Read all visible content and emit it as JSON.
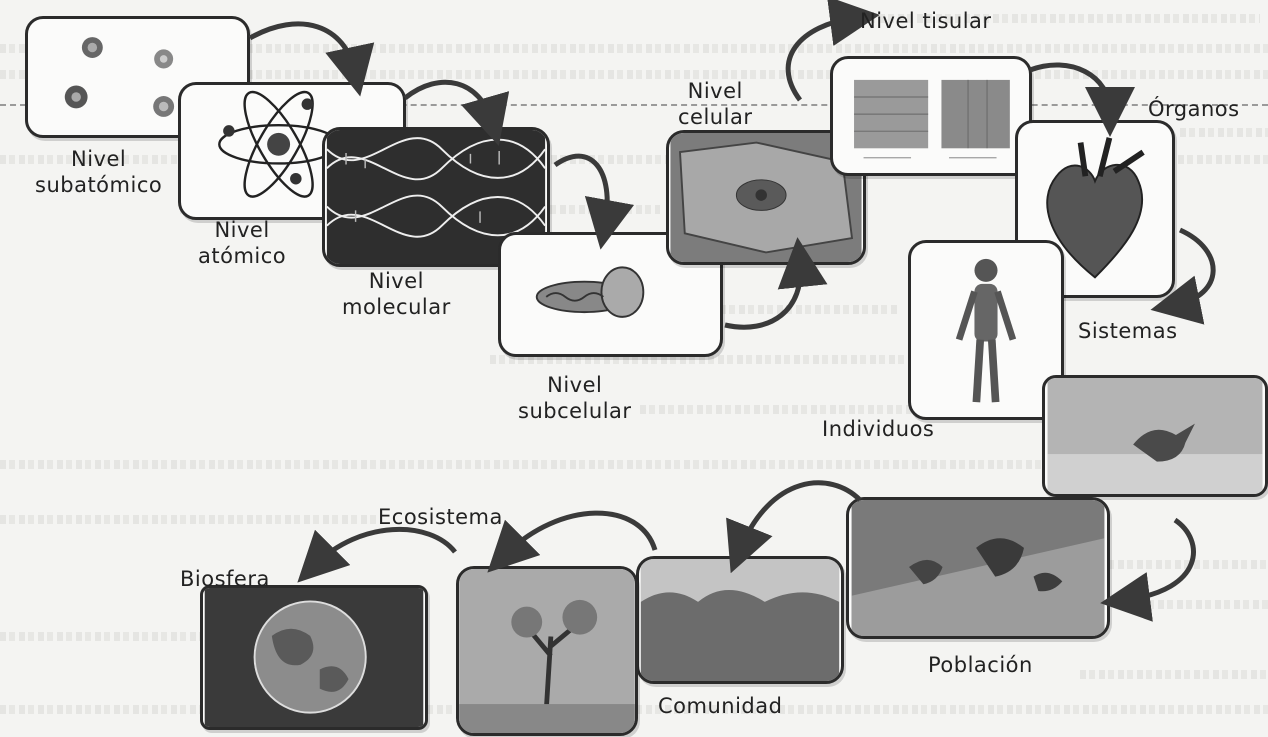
{
  "levels": {
    "subatomico": {
      "line1": "Nivel",
      "line2": "subatómico"
    },
    "atomico": {
      "line1": "Nivel",
      "line2": "atómico"
    },
    "molecular": {
      "line1": "Nivel",
      "line2": "molecular"
    },
    "subcelular": {
      "line1": "Nivel",
      "line2": "subcelular"
    },
    "celular": {
      "line1": "Nivel",
      "line2": "celular"
    },
    "tisular": {
      "label": "Nivel tisular"
    },
    "organos": {
      "label": "Órganos"
    },
    "sistemas": {
      "label": "Sistemas"
    },
    "individuos": {
      "label": "Individuos"
    },
    "poblacion": {
      "label": "Población"
    },
    "comunidad": {
      "label": "Comunidad"
    },
    "ecosistema": {
      "label": "Ecosistema"
    },
    "biosfera": {
      "label": "Biosfera"
    }
  },
  "colors": {
    "ink": "#222222",
    "arrow": "#3a3a3a",
    "frame": "#2b2b2b"
  },
  "icons": [
    "atom-icon",
    "dna-icon",
    "mitochondria-icon",
    "cell-icon",
    "tissue-icon",
    "heart-icon",
    "human-body-icon",
    "bird-icon",
    "population-icon",
    "community-icon",
    "ecosystem-icon",
    "earth-icon"
  ]
}
